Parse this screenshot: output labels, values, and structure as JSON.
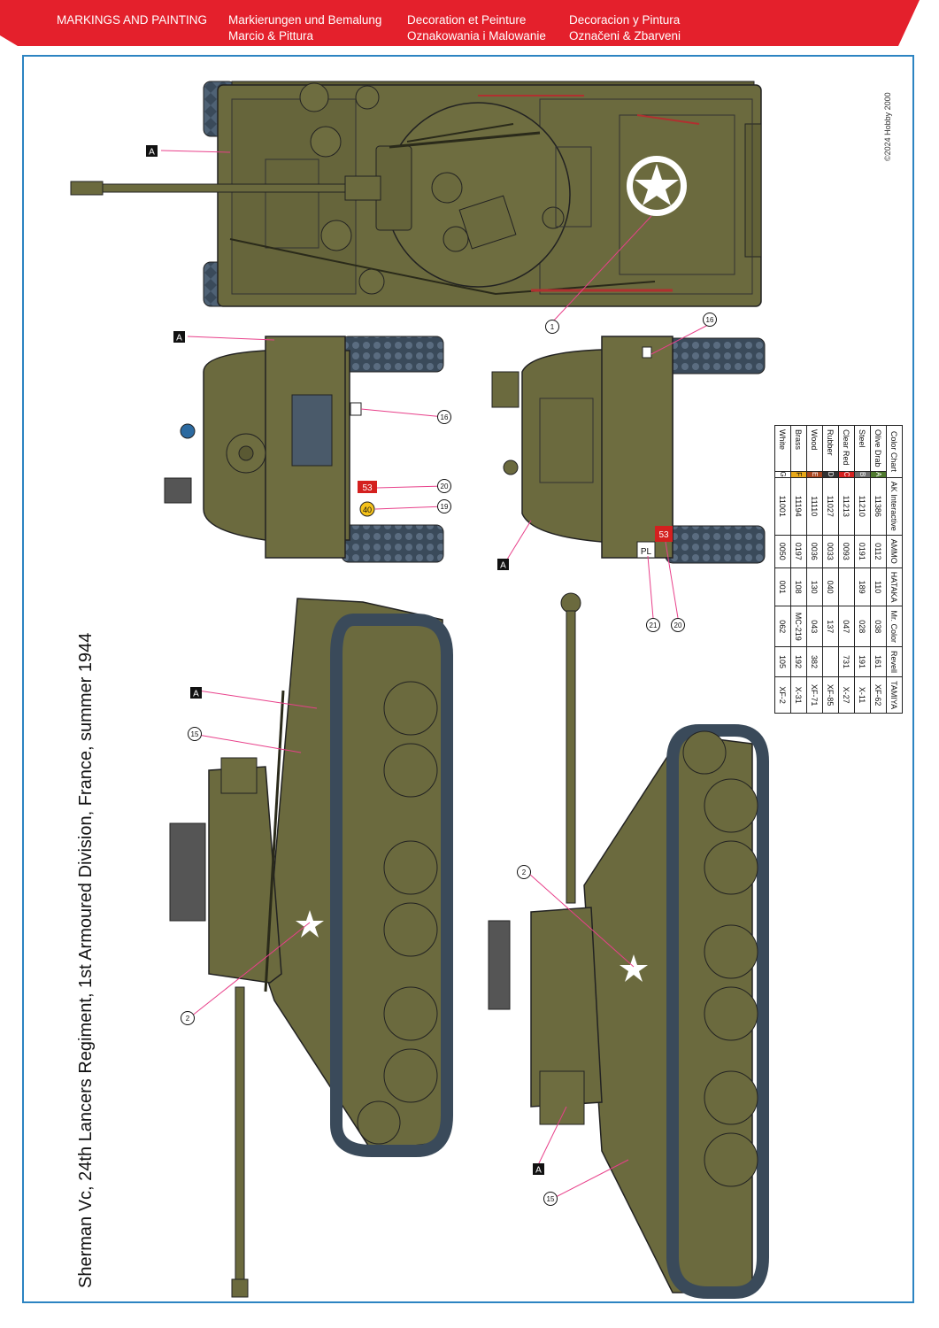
{
  "header": {
    "col1": {
      "line1": "MARKINGS AND PAINTING",
      "line2": ""
    },
    "col2": {
      "line1": "Markierungen und Bemalung",
      "line2": "Marcio & Pittura"
    },
    "col3": {
      "line1": "Decoration et Peinture",
      "line2": "Oznakowania i Malowanie"
    },
    "col4": {
      "line1": "Decoracion y Pintura",
      "line2": "Označeni & Zbarveni"
    }
  },
  "title": "Sherman Vc, 24th Lancers Regiment, 1st Armoured Division, France, summer 1944",
  "copyright": "©2024 Hobby 2000",
  "colors": {
    "banner": "#e4202c",
    "frame": "#2c84c2",
    "olive": "#6b6a3e",
    "track": "#3a4a5a",
    "callout": "#e8408a"
  },
  "markings": {
    "letter_a": "A",
    "n1": "1",
    "n2": "2",
    "n15": "15",
    "n16": "16",
    "n19": "19",
    "n20": "20",
    "n21": "21",
    "plate_red": "53",
    "plate_pl": "PL",
    "plate_red2": "53",
    "bridge_class": "40"
  },
  "color_chart": {
    "headers": [
      "Color Chart",
      "AK Interactive",
      "AMMO",
      "HATAKA",
      "Mr. Color",
      "Revell",
      "TAMIYA"
    ],
    "rows": [
      {
        "name": "Olive Drab",
        "key": "A",
        "swatch": "#4f7a2e",
        "ak": "11386",
        "ammo": "0112",
        "hataka": "110",
        "mr": "038",
        "revell": "161",
        "tamiya": "XF-62"
      },
      {
        "name": "Steel",
        "key": "B",
        "swatch": "#6e6e6e",
        "ak": "11210",
        "ammo": "0191",
        "hataka": "189",
        "mr": "028",
        "revell": "191",
        "tamiya": "X-11"
      },
      {
        "name": "Clear Red",
        "key": "C",
        "swatch": "#d4201f",
        "ak": "11213",
        "ammo": "0093",
        "hataka": "",
        "mr": "047",
        "revell": "731",
        "tamiya": "X-27"
      },
      {
        "name": "Rubber",
        "key": "D",
        "swatch": "#333333",
        "ak": "11027",
        "ammo": "0033",
        "hataka": "040",
        "mr": "137",
        "revell": "",
        "tamiya": "XF-85"
      },
      {
        "name": "Wood",
        "key": "E",
        "swatch": "#a8451f",
        "ak": "11110",
        "ammo": "0036",
        "hataka": "130",
        "mr": "043",
        "revell": "382",
        "tamiya": "XF-71"
      },
      {
        "name": "Brass",
        "key": "F",
        "swatch": "#e8a818",
        "ak": "11194",
        "ammo": "0197",
        "hataka": "108",
        "mr": "MC-219",
        "revell": "192",
        "tamiya": "X-31"
      },
      {
        "name": "White",
        "key": "G",
        "swatch": "#ffffff",
        "ak": "11001",
        "ammo": "0050",
        "hataka": "001",
        "mr": "062",
        "revell": "105",
        "tamiya": "XF-2"
      }
    ]
  }
}
